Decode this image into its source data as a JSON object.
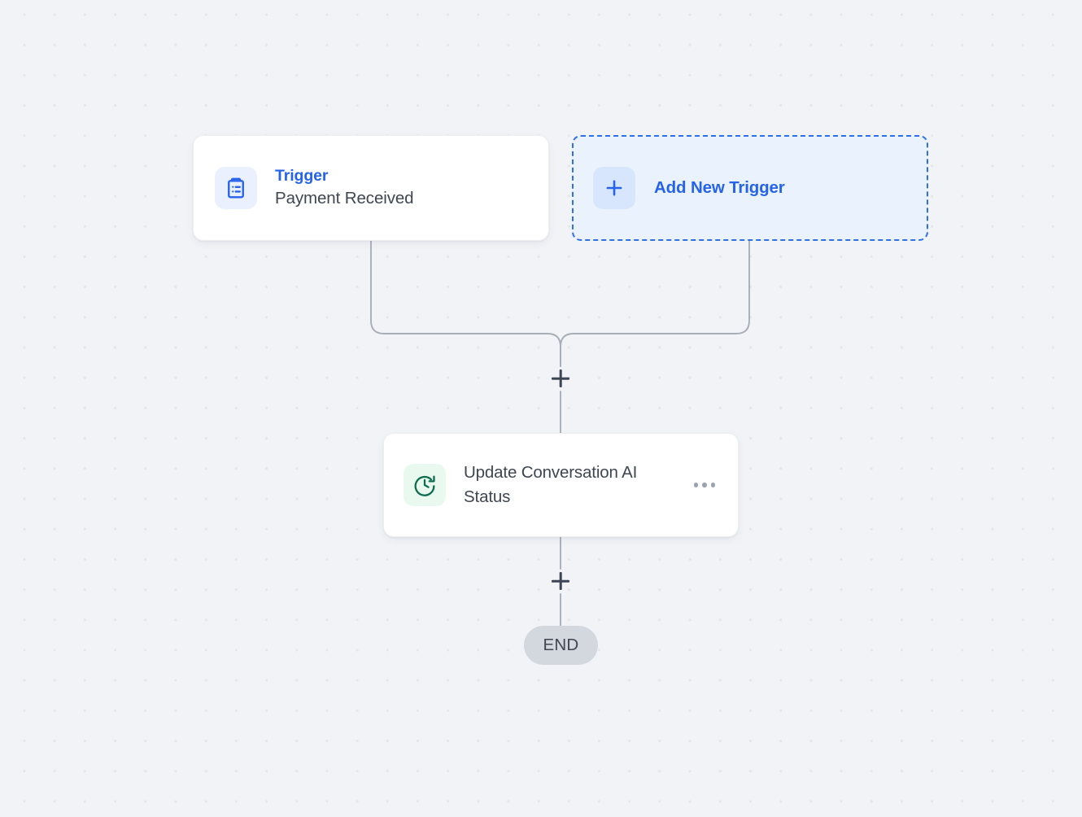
{
  "canvas": {
    "background_color": "#f1f3f7",
    "dot_color": "#e4e6ea",
    "connector_color": "#a8aeb8"
  },
  "nodes": {
    "trigger": {
      "icon": "clipboard-list-icon",
      "icon_color": "#2563eb",
      "icon_background": "#eaf0fe",
      "kicker": "Trigger",
      "title": "Payment Received"
    },
    "add_trigger": {
      "icon": "plus-icon",
      "icon_color": "#2563eb",
      "icon_background": "#d8e6fd",
      "label": "Add New Trigger",
      "border_color": "#2f6fe8",
      "background": "#eaf2fe"
    },
    "action": {
      "icon": "clock-rotate-icon",
      "icon_color": "#0b6b4f",
      "icon_background": "#e9f9f0",
      "title": "Update Conversation AI Status",
      "menu": "more-options"
    },
    "end": {
      "label": "END",
      "background": "#d3d7de"
    }
  },
  "connector_buttons": {
    "merge_add": "+",
    "action_add": "+"
  }
}
